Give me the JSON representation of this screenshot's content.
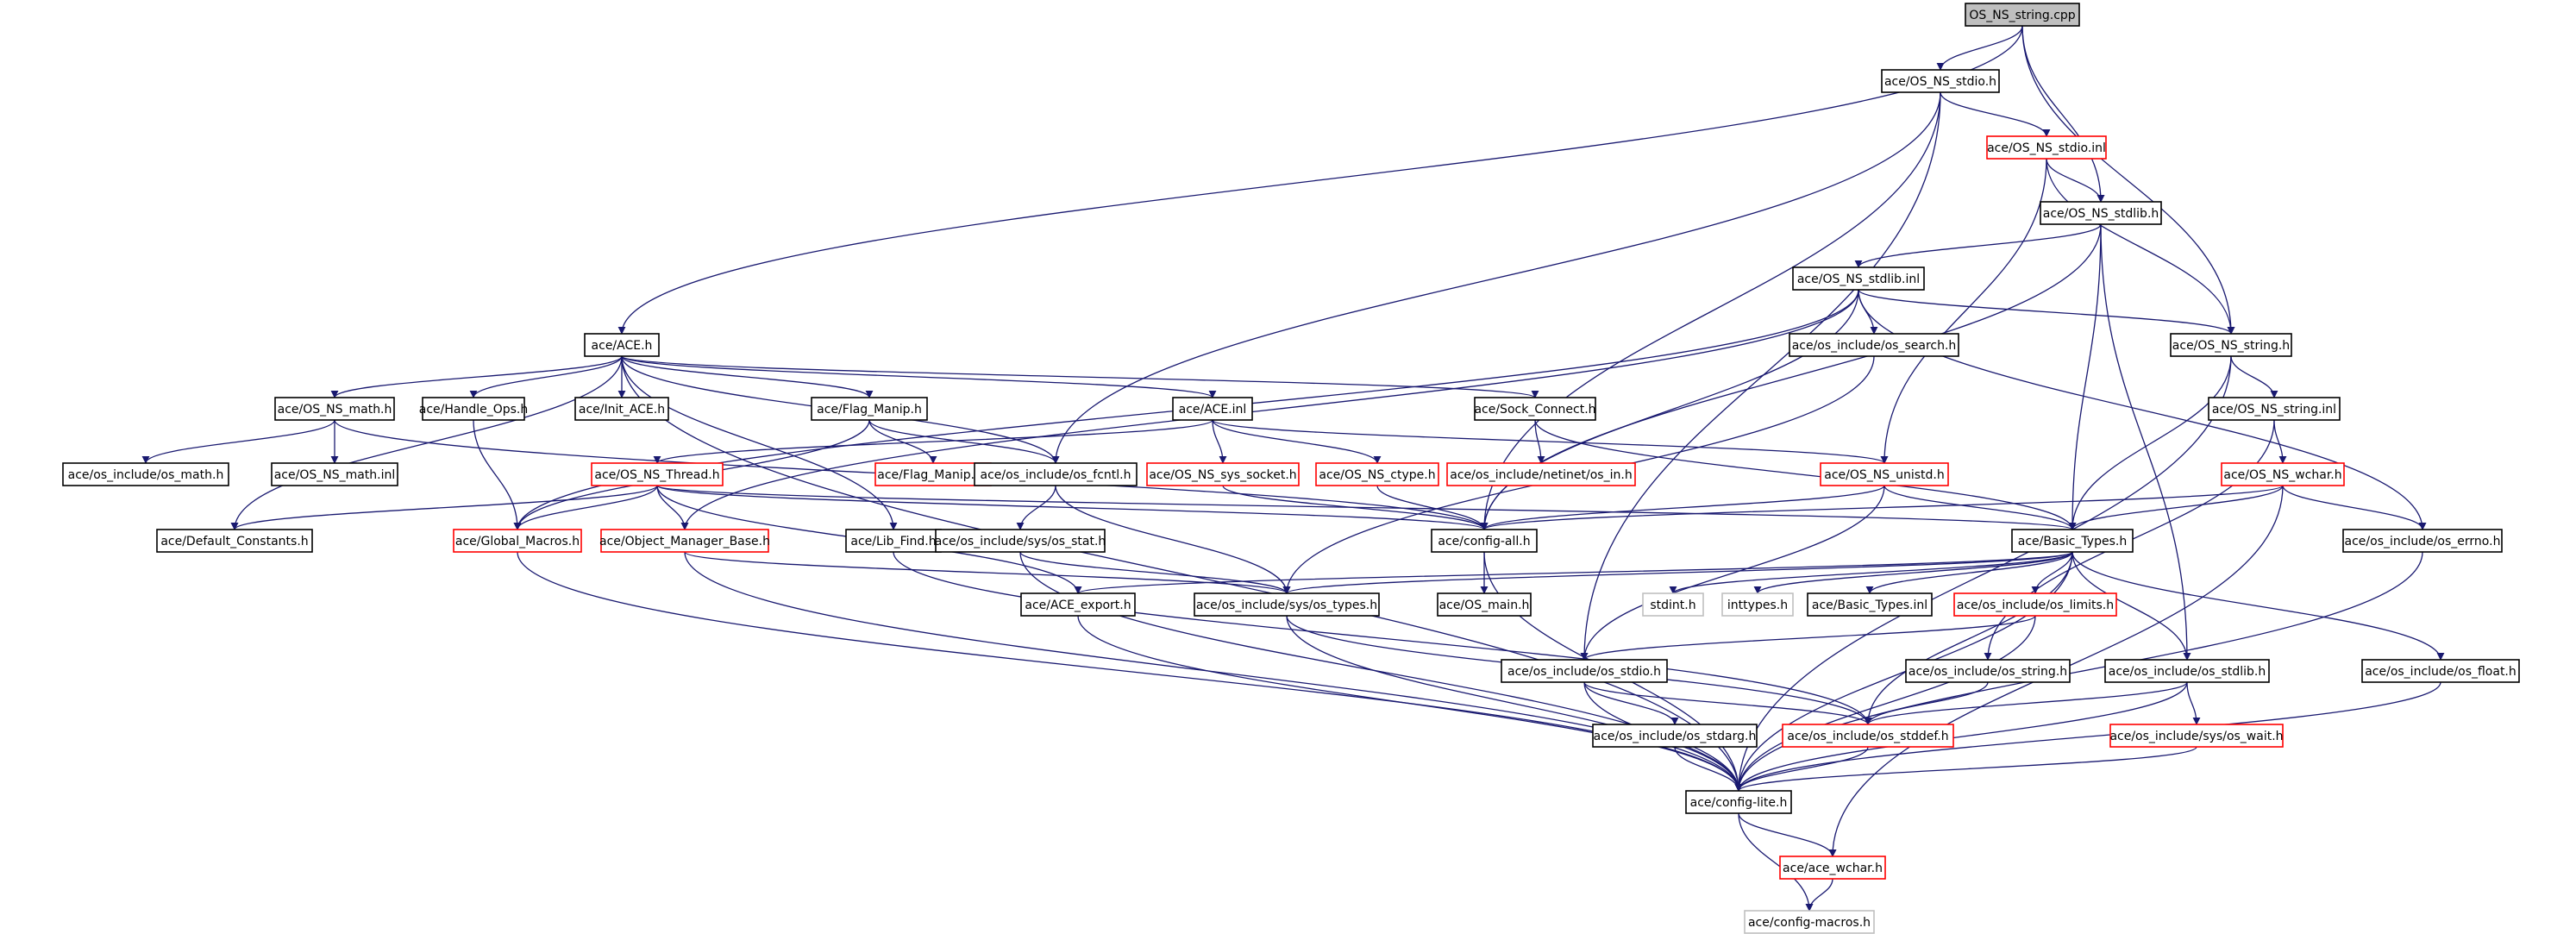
{
  "colors": {
    "edge": "#191970",
    "normal_border": "#000000",
    "incomplete_border": "#ff0000",
    "external_border": "#bfbfbf",
    "root_fill": "#bfbfbf",
    "text": "#000000"
  },
  "nodes": [
    {
      "id": "root",
      "label": "OS_NS_string.cpp",
      "style": "root"
    },
    {
      "id": "stdio_h",
      "label": "ace/OS_NS_stdio.h",
      "style": "normal"
    },
    {
      "id": "stdio_inl",
      "label": "ace/OS_NS_stdio.inl",
      "style": "incomplete"
    },
    {
      "id": "stdlib_h",
      "label": "ace/OS_NS_stdlib.h",
      "style": "normal"
    },
    {
      "id": "stdlib_inl",
      "label": "ace/OS_NS_stdlib.inl",
      "style": "normal"
    },
    {
      "id": "string_h",
      "label": "ace/OS_NS_string.h",
      "style": "normal"
    },
    {
      "id": "os_search",
      "label": "ace/os_include/os_search.h",
      "style": "normal"
    },
    {
      "id": "ace_h",
      "label": "ace/ACE.h",
      "style": "normal"
    },
    {
      "id": "math_h",
      "label": "ace/OS_NS_math.h",
      "style": "normal"
    },
    {
      "id": "handle_ops",
      "label": "ace/Handle_Ops.h",
      "style": "normal"
    },
    {
      "id": "init_ace",
      "label": "ace/Init_ACE.h",
      "style": "normal"
    },
    {
      "id": "flag_manip",
      "label": "ace/Flag_Manip.h",
      "style": "normal"
    },
    {
      "id": "ace_inl",
      "label": "ace/ACE.inl",
      "style": "normal"
    },
    {
      "id": "sock_connect",
      "label": "ace/Sock_Connect.h",
      "style": "normal"
    },
    {
      "id": "string_inl",
      "label": "ace/OS_NS_string.inl",
      "style": "normal"
    },
    {
      "id": "os_math",
      "label": "ace/os_include/os_math.h",
      "style": "normal"
    },
    {
      "id": "math_inl",
      "label": "ace/OS_NS_math.inl",
      "style": "normal"
    },
    {
      "id": "thread_h",
      "label": "ace/OS_NS_Thread.h",
      "style": "incomplete"
    },
    {
      "id": "flag_manip_inl",
      "label": "ace/Flag_Manip.inl",
      "style": "incomplete"
    },
    {
      "id": "os_fcntl",
      "label": "ace/os_include/os_fcntl.h",
      "style": "normal"
    },
    {
      "id": "sys_socket",
      "label": "ace/OS_NS_sys_socket.h",
      "style": "incomplete"
    },
    {
      "id": "ctype_h",
      "label": "ace/OS_NS_ctype.h",
      "style": "incomplete"
    },
    {
      "id": "netinet_in",
      "label": "ace/os_include/netinet/os_in.h",
      "style": "incomplete"
    },
    {
      "id": "unistd_h",
      "label": "ace/OS_NS_unistd.h",
      "style": "incomplete"
    },
    {
      "id": "wchar_h",
      "label": "ace/OS_NS_wchar.h",
      "style": "incomplete"
    },
    {
      "id": "default_constants",
      "label": "ace/Default_Constants.h",
      "style": "normal"
    },
    {
      "id": "global_macros",
      "label": "ace/Global_Macros.h",
      "style": "incomplete"
    },
    {
      "id": "object_manager_base",
      "label": "ace/Object_Manager_Base.h",
      "style": "incomplete"
    },
    {
      "id": "lib_find",
      "label": "ace/Lib_Find.h",
      "style": "normal"
    },
    {
      "id": "sys_os_stat",
      "label": "ace/os_include/sys/os_stat.h",
      "style": "normal"
    },
    {
      "id": "config_all",
      "label": "ace/config-all.h",
      "style": "normal"
    },
    {
      "id": "basic_types",
      "label": "ace/Basic_Types.h",
      "style": "normal"
    },
    {
      "id": "os_errno",
      "label": "ace/os_include/os_errno.h",
      "style": "normal"
    },
    {
      "id": "ace_export",
      "label": "ace/ACE_export.h",
      "style": "normal"
    },
    {
      "id": "sys_os_types",
      "label": "ace/os_include/sys/os_types.h",
      "style": "normal"
    },
    {
      "id": "os_main",
      "label": "ace/OS_main.h",
      "style": "normal"
    },
    {
      "id": "stdint",
      "label": "stdint.h",
      "style": "external"
    },
    {
      "id": "inttypes",
      "label": "inttypes.h",
      "style": "external"
    },
    {
      "id": "basic_types_inl",
      "label": "ace/Basic_Types.inl",
      "style": "normal"
    },
    {
      "id": "os_limits",
      "label": "ace/os_include/os_limits.h",
      "style": "incomplete"
    },
    {
      "id": "os_stdio",
      "label": "ace/os_include/os_stdio.h",
      "style": "normal"
    },
    {
      "id": "os_string",
      "label": "ace/os_include/os_string.h",
      "style": "normal"
    },
    {
      "id": "os_stdlib",
      "label": "ace/os_include/os_stdlib.h",
      "style": "normal"
    },
    {
      "id": "os_float",
      "label": "ace/os_include/os_float.h",
      "style": "normal"
    },
    {
      "id": "os_stdarg",
      "label": "ace/os_include/os_stdarg.h",
      "style": "normal"
    },
    {
      "id": "os_stddef",
      "label": "ace/os_include/os_stddef.h",
      "style": "incomplete"
    },
    {
      "id": "sys_os_wait",
      "label": "ace/os_include/sys/os_wait.h",
      "style": "incomplete"
    },
    {
      "id": "config_lite",
      "label": "ace/config-lite.h",
      "style": "normal"
    },
    {
      "id": "ace_wchar",
      "label": "ace/ace_wchar.h",
      "style": "incomplete"
    },
    {
      "id": "config_macros",
      "label": "ace/config-macros.h",
      "style": "external"
    }
  ],
  "edges": [
    [
      "root",
      "stdio_h"
    ],
    [
      "root",
      "ace_h"
    ],
    [
      "root",
      "stdlib_h"
    ],
    [
      "root",
      "string_h"
    ],
    [
      "stdio_h",
      "stdio_inl"
    ],
    [
      "stdio_h",
      "config_all"
    ],
    [
      "stdio_h",
      "os_stdio"
    ],
    [
      "stdio_h",
      "os_fcntl"
    ],
    [
      "stdio_inl",
      "stdlib_h"
    ],
    [
      "stdio_inl",
      "string_h"
    ],
    [
      "stdio_inl",
      "unistd_h"
    ],
    [
      "stdlib_h",
      "stdlib_inl"
    ],
    [
      "stdlib_h",
      "basic_types"
    ],
    [
      "stdlib_h",
      "config_all"
    ],
    [
      "stdlib_h",
      "os_stdlib"
    ],
    [
      "stdlib_inl",
      "string_h"
    ],
    [
      "stdlib_inl",
      "os_search"
    ],
    [
      "stdlib_inl",
      "config_all"
    ],
    [
      "stdlib_inl",
      "global_macros"
    ],
    [
      "stdlib_inl",
      "object_manager_base"
    ],
    [
      "stdlib_inl",
      "os_errno"
    ],
    [
      "os_search",
      "sys_os_types"
    ],
    [
      "string_h",
      "string_inl"
    ],
    [
      "string_h",
      "basic_types"
    ],
    [
      "string_h",
      "config_lite"
    ],
    [
      "string_inl",
      "wchar_h"
    ],
    [
      "string_inl",
      "os_string"
    ],
    [
      "wchar_h",
      "basic_types"
    ],
    [
      "wchar_h",
      "os_errno"
    ],
    [
      "wchar_h",
      "config_all"
    ],
    [
      "wchar_h",
      "ace_wchar"
    ],
    [
      "ace_h",
      "math_h"
    ],
    [
      "ace_h",
      "handle_ops"
    ],
    [
      "ace_h",
      "init_ace"
    ],
    [
      "ace_h",
      "flag_manip"
    ],
    [
      "ace_h",
      "ace_inl"
    ],
    [
      "ace_h",
      "sock_connect"
    ],
    [
      "ace_h",
      "default_constants"
    ],
    [
      "ace_h",
      "lib_find"
    ],
    [
      "ace_h",
      "os_fcntl"
    ],
    [
      "ace_h",
      "config_lite"
    ],
    [
      "math_h",
      "os_math"
    ],
    [
      "math_h",
      "math_inl"
    ],
    [
      "math_h",
      "config_all"
    ],
    [
      "handle_ops",
      "global_macros"
    ],
    [
      "flag_manip",
      "flag_manip_inl"
    ],
    [
      "flag_manip",
      "os_fcntl"
    ],
    [
      "flag_manip",
      "global_macros"
    ],
    [
      "ace_inl",
      "thread_h"
    ],
    [
      "ace_inl",
      "sys_socket"
    ],
    [
      "ace_inl",
      "ctype_h"
    ],
    [
      "ace_inl",
      "unistd_h"
    ],
    [
      "sock_connect",
      "netinet_in"
    ],
    [
      "sock_connect",
      "basic_types"
    ],
    [
      "thread_h",
      "default_constants"
    ],
    [
      "thread_h",
      "global_macros"
    ],
    [
      "thread_h",
      "object_manager_base"
    ],
    [
      "thread_h",
      "config_all"
    ],
    [
      "thread_h",
      "basic_types"
    ],
    [
      "thread_h",
      "ace_export"
    ],
    [
      "os_fcntl",
      "sys_os_stat"
    ],
    [
      "os_fcntl",
      "sys_os_types"
    ],
    [
      "sys_socket",
      "config_all"
    ],
    [
      "ctype_h",
      "config_all"
    ],
    [
      "unistd_h",
      "basic_types"
    ],
    [
      "unistd_h",
      "config_all"
    ],
    [
      "unistd_h",
      "os_stdio"
    ],
    [
      "global_macros",
      "config_lite"
    ],
    [
      "object_manager_base",
      "config_lite"
    ],
    [
      "object_manager_base",
      "sys_os_types"
    ],
    [
      "lib_find",
      "os_stddef"
    ],
    [
      "sys_os_stat",
      "sys_os_types"
    ],
    [
      "sys_os_stat",
      "config_lite"
    ],
    [
      "config_all",
      "os_main"
    ],
    [
      "config_all",
      "config_lite"
    ],
    [
      "basic_types",
      "ace_export"
    ],
    [
      "basic_types",
      "sys_os_types"
    ],
    [
      "basic_types",
      "stdint"
    ],
    [
      "basic_types",
      "inttypes"
    ],
    [
      "basic_types",
      "basic_types_inl"
    ],
    [
      "basic_types",
      "os_limits"
    ],
    [
      "basic_types",
      "os_stdlib"
    ],
    [
      "basic_types",
      "os_float"
    ],
    [
      "basic_types",
      "os_stddef"
    ],
    [
      "basic_types",
      "config_lite"
    ],
    [
      "os_errno",
      "config_lite"
    ],
    [
      "ace_export",
      "config_lite"
    ],
    [
      "sys_os_types",
      "os_stddef"
    ],
    [
      "sys_os_types",
      "config_lite"
    ],
    [
      "os_limits",
      "os_stdio"
    ],
    [
      "os_limits",
      "config_lite"
    ],
    [
      "os_stdio",
      "os_stdarg"
    ],
    [
      "os_stdio",
      "os_stddef"
    ],
    [
      "os_stdio",
      "config_lite"
    ],
    [
      "os_string",
      "os_stddef"
    ],
    [
      "os_stdlib",
      "os_stddef"
    ],
    [
      "os_stdlib",
      "sys_os_wait"
    ],
    [
      "os_stdlib",
      "config_lite"
    ],
    [
      "os_float",
      "config_lite"
    ],
    [
      "os_stdarg",
      "config_lite"
    ],
    [
      "os_stddef",
      "config_lite"
    ],
    [
      "sys_os_wait",
      "config_lite"
    ],
    [
      "config_lite",
      "ace_wchar"
    ],
    [
      "config_lite",
      "config_macros"
    ],
    [
      "ace_wchar",
      "config_macros"
    ]
  ]
}
